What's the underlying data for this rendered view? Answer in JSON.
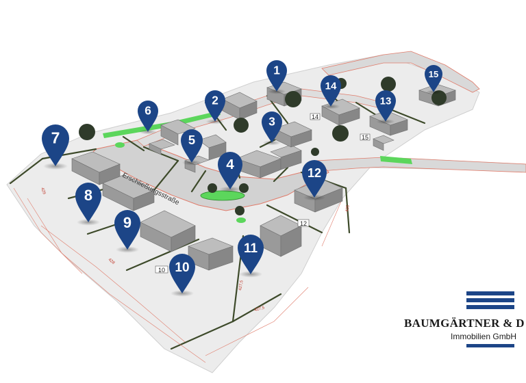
{
  "map": {
    "street_name": "Erschließungsstraße",
    "plot_numbers": [
      "14",
      "15",
      "12",
      "10"
    ],
    "survey_labels": [
      "427,5",
      "427,5",
      "428",
      "429",
      "425"
    ],
    "pins": [
      {
        "label": "1"
      },
      {
        "label": "2"
      },
      {
        "label": "3"
      },
      {
        "label": "4"
      },
      {
        "label": "5"
      },
      {
        "label": "6"
      },
      {
        "label": "7"
      },
      {
        "label": "8"
      },
      {
        "label": "9"
      },
      {
        "label": "10"
      },
      {
        "label": "11"
      },
      {
        "label": "12"
      },
      {
        "label": "13"
      },
      {
        "label": "14"
      },
      {
        "label": "15"
      }
    ],
    "colors": {
      "pin": "#1c4587",
      "road": "#d6d6d6",
      "green": "#5cd65c",
      "lot_border": "#3d4a2a",
      "survey_line": "#e07b6a"
    }
  },
  "logo": {
    "name": "BAUMGÄRTNER & D",
    "subtitle": "Immobilien GmbH"
  }
}
